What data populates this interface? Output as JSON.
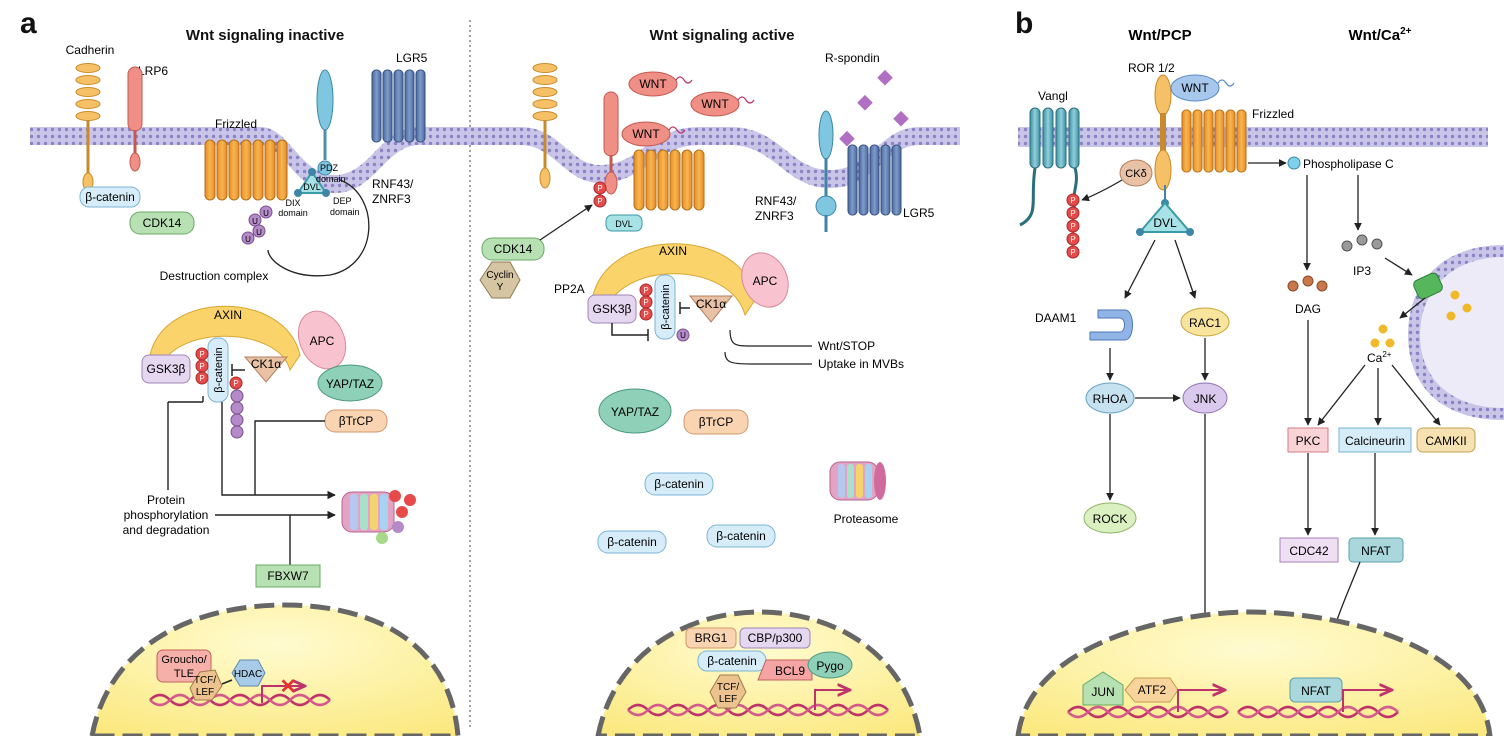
{
  "panel_a": {
    "letter": "a",
    "inactive": {
      "title": "Wnt signaling inactive",
      "cadherin": "Cadherin",
      "lrp6": "LRP6",
      "frizzled": "Frizzled",
      "lgr5": "LGR5",
      "beta_catenin": "β-catenin",
      "cdk14": "CDK14",
      "pdz": "PDZ",
      "domain1": "domain",
      "dvl": "DVL",
      "dix": "DIX",
      "domain2": "domain",
      "dep": "DEP",
      "domain3": "domain",
      "rnf43": "RNF43/",
      "znrf3": "ZNRF3",
      "u": "U",
      "p": "P",
      "destruction_complex": "Destruction complex",
      "axin": "AXIN",
      "apc": "APC",
      "gsk3b": "GSK3β",
      "beta_catenin_v": "β-catenin",
      "ck1a": "CK1α",
      "yap_taz": "YAP/TAZ",
      "btrcp": "βTrCP",
      "protein1": "Protein",
      "protein2": "phosphorylation",
      "protein3": "and degradation",
      "fbxw7": "FBXW7",
      "groucho1": "Groucho/",
      "groucho2": "TLE",
      "tcf1": "TCF/",
      "tcf2": "LEF",
      "hdac": "HDAC"
    },
    "active": {
      "title": "Wnt signaling active",
      "wnt": "WNT",
      "r_spondin": "R-spondin",
      "dvl": "DVL",
      "rnf43": "RNF43/",
      "znrf3": "ZNRF3",
      "lgr5": "LGR5",
      "cdk14": "CDK14",
      "cyclin1": "Cyclin",
      "cyclin2": "Y",
      "pp2a": "PP2A",
      "axin": "AXIN",
      "apc": "APC",
      "gsk3b": "GSK3β",
      "beta_catenin_v": "β-catenin",
      "ck1a": "CK1α",
      "wnt_stop": "Wnt/STOP",
      "uptake": "Uptake in MVBs",
      "yap_taz": "YAP/TAZ",
      "btrcp": "βTrCP",
      "beta_catenin": "β-catenin",
      "proteasome": "Proteasome",
      "brg1": "BRG1",
      "cbp": "CBP/p300",
      "bcl9": "BCL9",
      "pygo": "Pygo",
      "tcf1": "TCF/",
      "tcf2": "LEF",
      "p": "P",
      "u": "U"
    }
  },
  "panel_b": {
    "letter": "b",
    "pcp_title": "Wnt/PCP",
    "ca_title_main": "Wnt/Ca",
    "ca_title_sup": "2+",
    "vangl": "Vangl",
    "ror": "ROR 1/2",
    "wnt": "WNT",
    "frizzled": "Frizzled",
    "plc": "Phospholipase C",
    "ckd": "CKδ",
    "dvl": "DVL",
    "p": "P",
    "ip3": "IP3",
    "dag": "DAG",
    "daam1": "DAAM1",
    "rac1": "RAC1",
    "rhoa": "RHOA",
    "jnk": "JNK",
    "rock": "ROCK",
    "ca": "Ca",
    "ca_sup": "2+",
    "pkc": "PKC",
    "calcineurin": "Calcineurin",
    "camkii": "CAMKII",
    "cdc42": "CDC42",
    "nfat": "NFAT",
    "jun": "JUN",
    "atf2": "ATF2",
    "nfat_nuc": "NFAT"
  },
  "colors": {
    "membrane": "#b9b4df",
    "membrane_dot": "#8a83c4",
    "frizzled": "#f2a23a",
    "lgr5": "#5e7fb5",
    "nucleus": "#fdf3a0",
    "axin": "#fbd36b",
    "beta_catenin": "#d6ecf8",
    "phospho": "#e84a4a",
    "ubiquitin": "#b48ac8"
  }
}
